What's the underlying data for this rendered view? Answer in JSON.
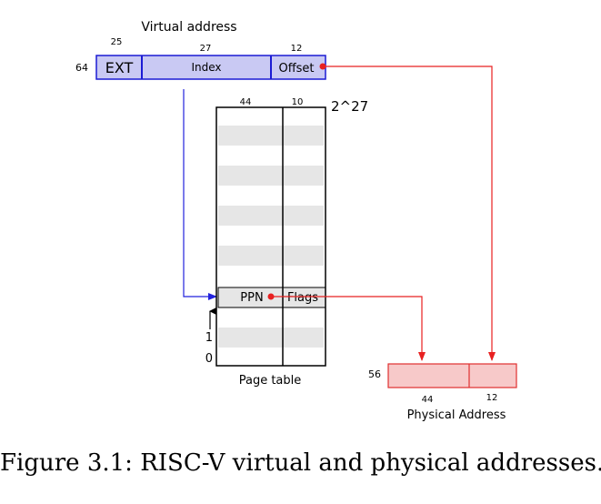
{
  "virtual_address": {
    "title": "Virtual address",
    "total_bits": "64",
    "fields": [
      {
        "label": "EXT",
        "bits": "25"
      },
      {
        "label": "Index",
        "bits": "27"
      },
      {
        "label": "Offset",
        "bits": "12"
      }
    ]
  },
  "page_table": {
    "label": "Page table",
    "ppn_bits": "44",
    "flags_bits": "10",
    "entries": "2^27",
    "selected_entry": {
      "ppn": "PPN",
      "flags": "Flags"
    },
    "row_labels": [
      "1",
      "0"
    ]
  },
  "physical_address": {
    "label": "Physical Address",
    "total_bits": "56",
    "fields": [
      {
        "bits": "44"
      },
      {
        "bits": "12"
      }
    ]
  },
  "caption": "Figure 3.1: RISC-V virtual and physical addresses.",
  "colors": {
    "virtual_fill": "#c9c9f3",
    "virtual_stroke": "#1b1bd4",
    "physical_fill": "#f7c9c9",
    "physical_stroke": "#e03030",
    "arrow_blue": "#2222dd",
    "arrow_red": "#e82020",
    "stripe_gray": "#e6e6e6"
  }
}
